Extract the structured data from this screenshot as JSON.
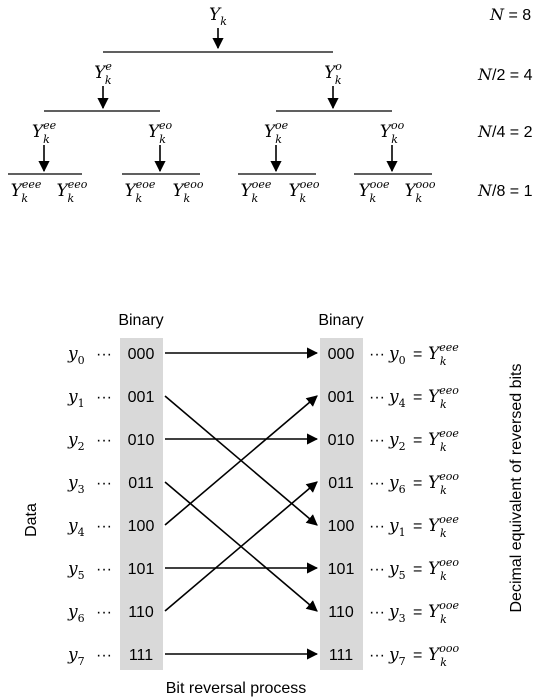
{
  "tree": {
    "root": {
      "base": "Y",
      "sub": "k",
      "sup": ""
    },
    "level1": [
      {
        "base": "Y",
        "sub": "k",
        "sup": "e"
      },
      {
        "base": "Y",
        "sub": "k",
        "sup": "o"
      }
    ],
    "level2": [
      {
        "base": "Y",
        "sub": "k",
        "sup": "ee"
      },
      {
        "base": "Y",
        "sub": "k",
        "sup": "eo"
      },
      {
        "base": "Y",
        "sub": "k",
        "sup": "oe"
      },
      {
        "base": "Y",
        "sub": "k",
        "sup": "oo"
      }
    ],
    "level3": [
      {
        "base": "Y",
        "sub": "k",
        "sup": "eee"
      },
      {
        "base": "Y",
        "sub": "k",
        "sup": "eeo"
      },
      {
        "base": "Y",
        "sub": "k",
        "sup": "eoe"
      },
      {
        "base": "Y",
        "sub": "k",
        "sup": "eoo"
      },
      {
        "base": "Y",
        "sub": "k",
        "sup": "oee"
      },
      {
        "base": "Y",
        "sub": "k",
        "sup": "oeo"
      },
      {
        "base": "Y",
        "sub": "k",
        "sup": "ooe"
      },
      {
        "base": "Y",
        "sub": "k",
        "sup": "ooo"
      }
    ],
    "levels": [
      {
        "lhs": "N",
        "rhs": " = 8"
      },
      {
        "lhs": "N",
        "rhs": "/2 = 4"
      },
      {
        "lhs": "N",
        "rhs": "/4 = 2"
      },
      {
        "lhs": "N",
        "rhs": "/8 = 1"
      }
    ]
  },
  "bitrev": {
    "left_header": "Binary",
    "right_header": "Binary",
    "data_label": "Data",
    "right_vertical_label": "Decimal equivalent of reversed bits",
    "caption": "Bit reversal process",
    "dots": "···",
    "equals": "=",
    "left": [
      {
        "sym": "y",
        "sub": "0",
        "bin": "000"
      },
      {
        "sym": "y",
        "sub": "1",
        "bin": "001"
      },
      {
        "sym": "y",
        "sub": "2",
        "bin": "010"
      },
      {
        "sym": "y",
        "sub": "3",
        "bin": "011"
      },
      {
        "sym": "y",
        "sub": "4",
        "bin": "100"
      },
      {
        "sym": "y",
        "sub": "5",
        "bin": "101"
      },
      {
        "sym": "y",
        "sub": "6",
        "bin": "110"
      },
      {
        "sym": "y",
        "sub": "7",
        "bin": "111"
      }
    ],
    "right": [
      {
        "bin": "000",
        "sym": "y",
        "sub": "0",
        "Ysup": "eee"
      },
      {
        "bin": "001",
        "sym": "y",
        "sub": "4",
        "Ysup": "eeo"
      },
      {
        "bin": "010",
        "sym": "y",
        "sub": "2",
        "Ysup": "eoe"
      },
      {
        "bin": "011",
        "sym": "y",
        "sub": "6",
        "Ysup": "eoo"
      },
      {
        "bin": "100",
        "sym": "y",
        "sub": "1",
        "Ysup": "oee"
      },
      {
        "bin": "101",
        "sym": "y",
        "sub": "5",
        "Ysup": "oeo"
      },
      {
        "bin": "110",
        "sym": "y",
        "sub": "3",
        "Ysup": "ooe"
      },
      {
        "bin": "111",
        "sym": "y",
        "sub": "7",
        "Ysup": "ooo"
      }
    ],
    "mapping": [
      0,
      4,
      2,
      6,
      1,
      5,
      3,
      7
    ],
    "column_fill": "#d9d9d9"
  }
}
